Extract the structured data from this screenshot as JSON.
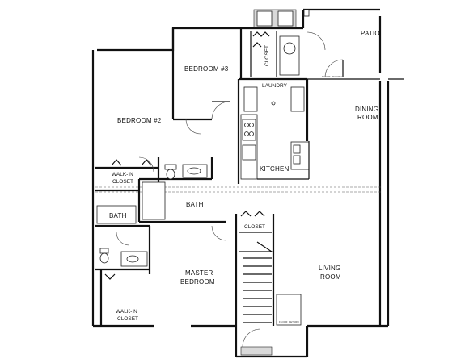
{
  "rooms": {
    "patio": "PATIO",
    "bedroom3": "BEDROOM #3",
    "closet_top": "CLOSET",
    "laundry": "LAUNDRY",
    "bedroom2": "BEDROOM #2",
    "dining_line1": "DINING",
    "dining_line2": "ROOM",
    "kitchen": "KITCHEN",
    "walkin_top_line1": "WALK-IN",
    "walkin_top_line2": "CLOSET",
    "bath_main": "BATH",
    "bath_master": "BATH",
    "closet_mid": "CLOSET",
    "master_line1": "MASTER",
    "master_line2": "BEDROOM",
    "living_line1": "LIVING",
    "living_line2": "ROOM",
    "walkin_bottom_line1": "WALK-IN",
    "walkin_bottom_line2": "CLOSET"
  }
}
